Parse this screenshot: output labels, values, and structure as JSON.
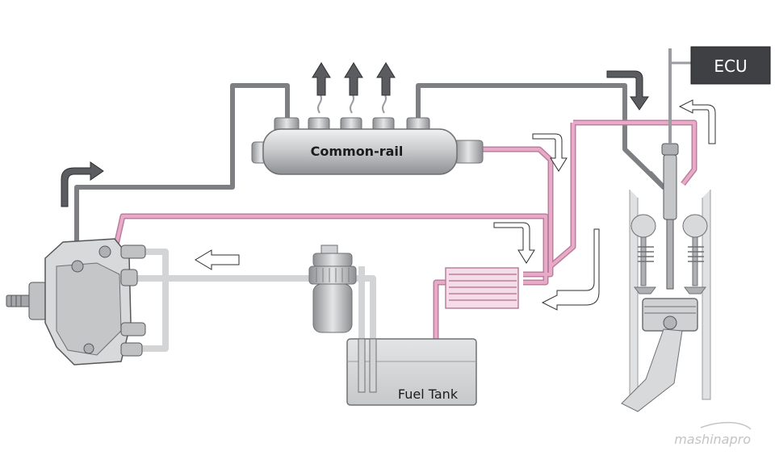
{
  "diagram": {
    "labels": {
      "common_rail": "Common-rail",
      "fuel_tank": "Fuel Tank",
      "ecu": "ECU"
    },
    "watermark": "mashinapro",
    "colors": {
      "high_pressure_line": "#7d7f82",
      "return_line": "#e8aac8",
      "return_line_edge": "#b7809c",
      "feed_line": "#d2d4d6",
      "component_fill": "#cfd1d3",
      "ecu_box": "#3f4043",
      "arrow": "#5a5c5f"
    }
  }
}
